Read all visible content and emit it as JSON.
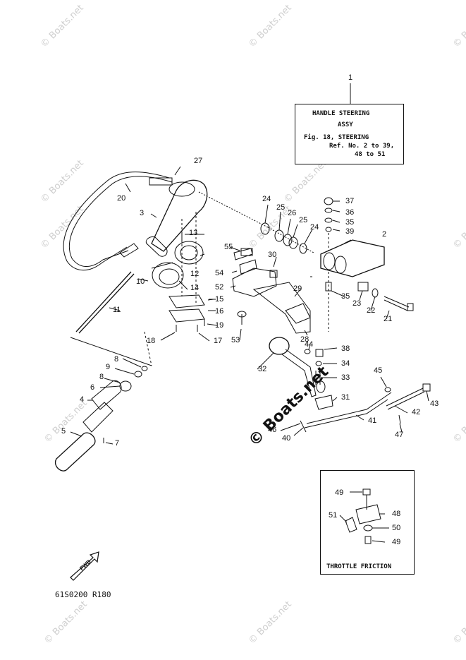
{
  "watermark_text": "© Boats.net",
  "center_watermark": "© Boats.net",
  "assy_box": {
    "line1": "HANDLE STEERING",
    "line2": "ASSY",
    "line3": "Fig. 18, STEERING",
    "line4": "Ref. No. 2 to 39,",
    "line5": "48 to 51"
  },
  "friction_box": {
    "title": "THROTTLE FRICTION"
  },
  "fwd_label": "FWD",
  "drawing_code": "61S0200 R180",
  "parts": {
    "p1": "1",
    "p2": "2",
    "p3": "3",
    "p4": "4",
    "p5": "5",
    "p6": "6",
    "p7": "7",
    "p8a": "8",
    "p8b": "8",
    "p9": "9",
    "p10": "10",
    "p11": "11",
    "p12": "12",
    "p13": "13",
    "p14": "14",
    "p15": "15",
    "p16": "16",
    "p17": "17",
    "p18": "18",
    "p19": "19",
    "p20": "20",
    "p21": "21",
    "p22": "22",
    "p23": "23",
    "p24a": "24",
    "p24b": "24",
    "p25a": "25",
    "p25b": "25",
    "p26": "26",
    "p27": "27",
    "p28": "28",
    "p29": "29",
    "p30": "30",
    "p31": "31",
    "p32": "32",
    "p33": "33",
    "p34": "34",
    "p35a": "35",
    "p35b": "35",
    "p36": "36",
    "p37": "37",
    "p38": "38",
    "p39": "39",
    "p40": "40",
    "p41": "41",
    "p42": "42",
    "p43": "43",
    "p44": "44",
    "p45": "45",
    "p46": "46",
    "p47": "47",
    "p48": "48",
    "p49a": "49",
    "p49b": "49",
    "p50": "50",
    "p51": "51",
    "p52": "52",
    "p53": "53",
    "p54": "54",
    "p55": "55"
  }
}
